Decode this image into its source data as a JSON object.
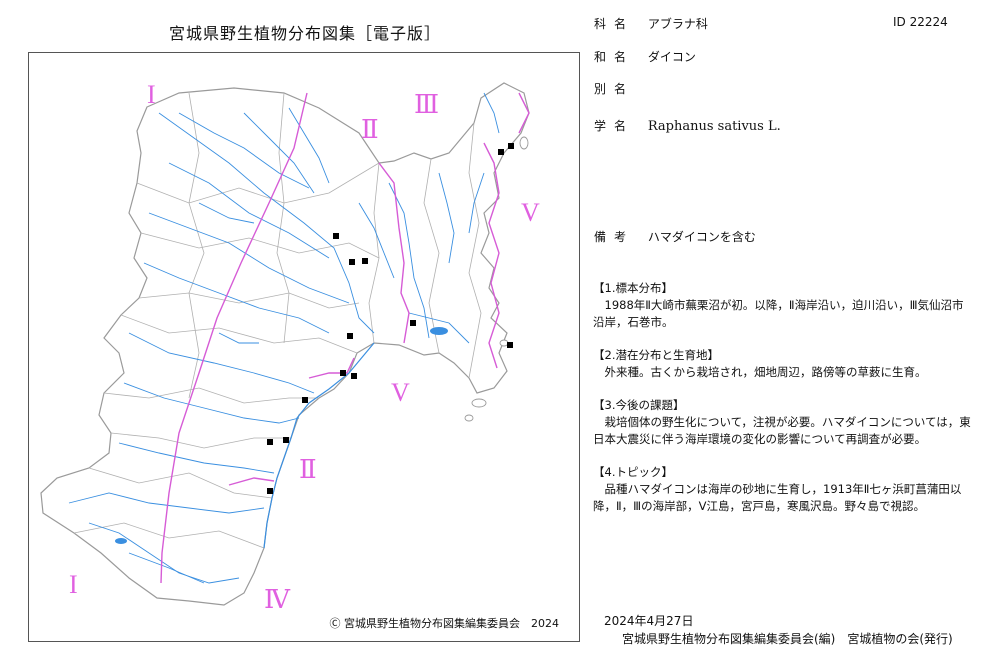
{
  "title": "宮城県野生植物分布図集［電子版］",
  "copyright": "Ⓒ 宮城県野生植物分布図集編集委員会　2024",
  "region_labels": {
    "r_i_top": "I",
    "r_ii_top": "Ⅱ",
    "r_iii": "Ⅲ",
    "r_v_right": "V",
    "r_v_center": "V",
    "r_ii_bottom": "Ⅱ",
    "r_i_bottom": "I",
    "r_iv": "Ⅳ"
  },
  "colors": {
    "region_label": "#e060e0",
    "river": "#3a8fe0",
    "boundary_pink": "#d65cd6",
    "municipal_border": "#9a9a9a",
    "record_marker": "#000000"
  },
  "record_count": 14,
  "info": {
    "family_label": "科名",
    "family": "アブラナ科",
    "id_text": "ID 22224",
    "japanese_label": "和名",
    "japanese": "ダイコン",
    "alias_label": "別名",
    "alias": "",
    "scientific_label": "学名",
    "scientific": "Raphanus sativus L.",
    "remarks_label": "備考",
    "remarks": "ハマダイコンを含む"
  },
  "notes": [
    {
      "heading": "【1.標本分布】",
      "body": "1988年Ⅱ大崎市蕪栗沼が初。以降，Ⅱ海岸沿い，迫川沿い，Ⅲ気仙沼市沿岸，石巻市。"
    },
    {
      "heading": "【2.潜在分布と生育地】",
      "body": "外来種。古くから栽培され，畑地周辺，路傍等の草薮に生育。"
    },
    {
      "heading": "【3.今後の課題】",
      "body": "栽培個体の野生化について，注視が必要。ハマダイコンについては，東日本大震災に伴う海岸環境の変化の影響について再調査が必要。"
    },
    {
      "heading": "【4.トピック】",
      "body": "品種ハマダイコンは海岸の砂地に生育し，1913年Ⅱ七ヶ浜町菖蒲田以降，Ⅱ，Ⅲの海岸部，Ⅴ江島，宮戸島，寒風沢島。野々島で視認。"
    }
  ],
  "date": "2024年4月27日",
  "publisher": "宮城県野生植物分布図集編集委員会(編)　宮城植物の会(発行)"
}
